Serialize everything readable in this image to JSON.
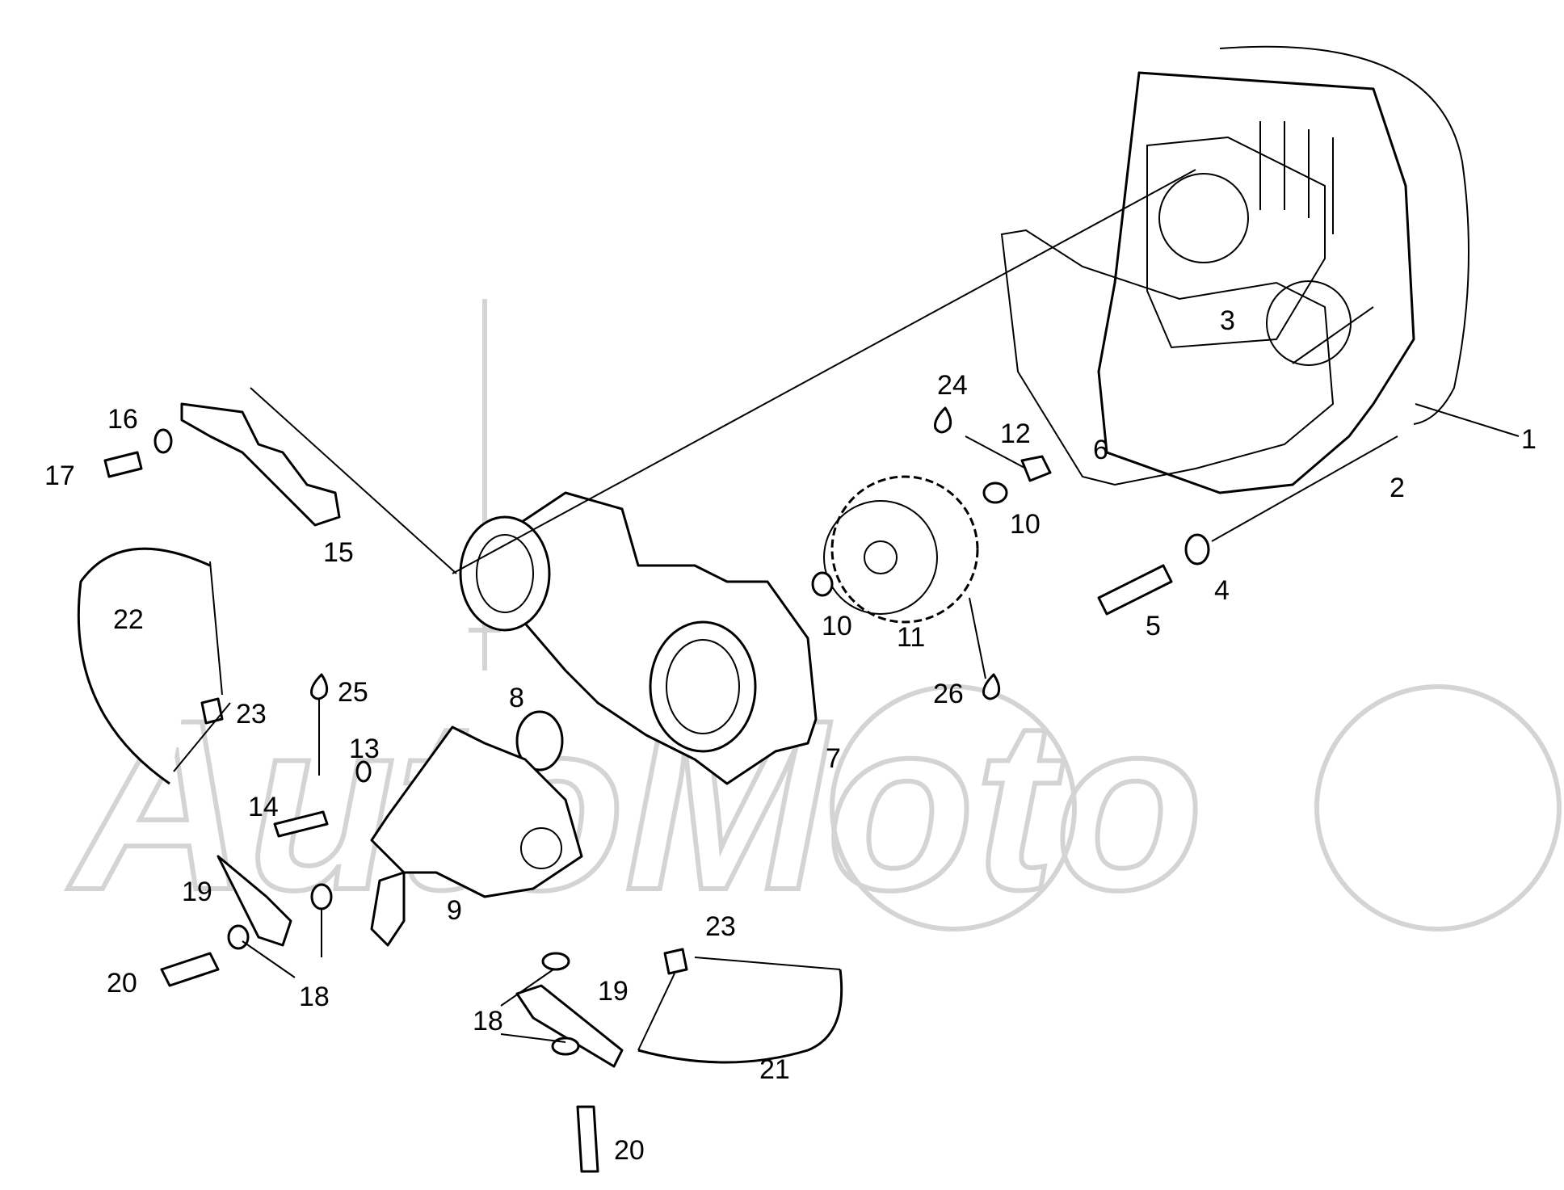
{
  "watermark": {
    "text": "AutoMoto",
    "color": "#d4d4d4"
  },
  "diagram": {
    "type": "exploded-parts-diagram",
    "line_color": "#000000",
    "background": "#ffffff",
    "callouts": {
      "c1": "1",
      "c2": "2",
      "c3": "3",
      "c4": "4",
      "c5": "5",
      "c6": "6",
      "c7": "7",
      "c8": "8",
      "c9": "9",
      "c10a": "10",
      "c10b": "10",
      "c11": "11",
      "c12": "12",
      "c13": "13",
      "c14": "14",
      "c15": "15",
      "c16": "16",
      "c17": "17",
      "c18a": "18",
      "c18b": "18",
      "c19a": "19",
      "c19b": "19",
      "c20a": "20",
      "c20b": "20",
      "c21": "21",
      "c22": "22",
      "c23a": "23",
      "c23b": "23",
      "c24": "24",
      "c25": "25",
      "c26": "26"
    }
  }
}
